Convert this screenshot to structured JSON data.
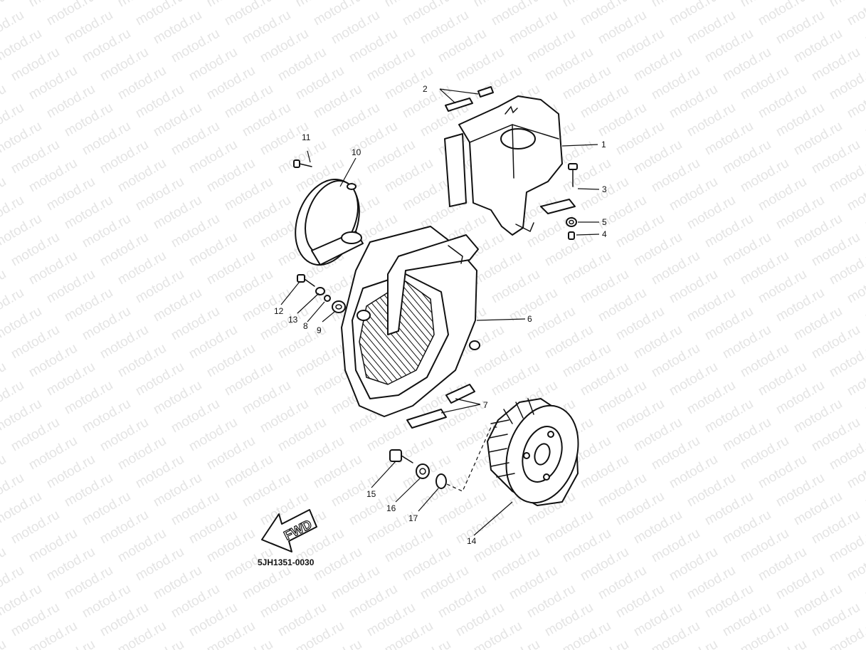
{
  "watermark": "motod.ru",
  "diagram_code": "5JH1351-0030",
  "direction_arrow": "FWD",
  "callouts": [
    "1",
    "2",
    "3",
    "4",
    "5",
    "6",
    "7",
    "8",
    "9",
    "10",
    "11",
    "12",
    "13",
    "14",
    "15",
    "16",
    "17"
  ]
}
